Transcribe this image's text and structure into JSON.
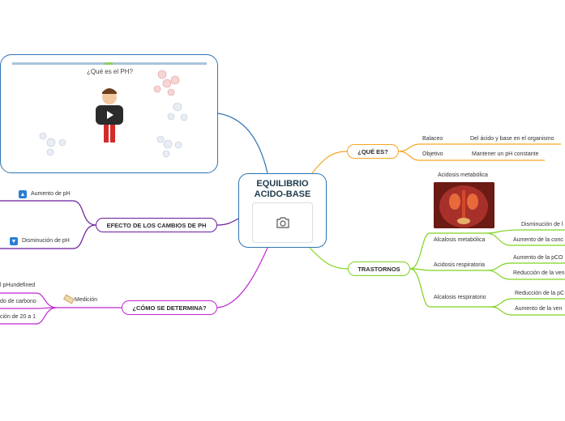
{
  "center": {
    "title_line1": "EQUILIBRIO",
    "title_line2": "ACIDO-BASE",
    "image_icon": "camera-icon"
  },
  "video": {
    "title": "¿Qué es el PH?",
    "play_icon": "play-icon"
  },
  "branches": {
    "que_es": {
      "label": "¿QUÉ ES?",
      "color": "#f5a623",
      "items": [
        {
          "label": "Balaceo",
          "detail": "Del ácido y base en el organismo"
        },
        {
          "label": "Objetivo",
          "detail": "Mantener un pH constante"
        }
      ]
    },
    "trastornos": {
      "label": "TRASTORNOS",
      "color": "#7ed321",
      "image_caption": "Acidosis metabólica",
      "items": [
        {
          "label": "Alcalosis metabólica",
          "details": [
            "Disminución de l",
            "Aumento de la conc"
          ]
        },
        {
          "label": "Acidosis respiratoria",
          "details": [
            "Aumento de la pCO",
            "Reducción de la ven"
          ]
        },
        {
          "label": "Alcalosis respiratorio",
          "details": [
            "Reducción de la pC",
            "Aumento de la ven"
          ]
        }
      ]
    },
    "efecto": {
      "label": "EFECTO DE LOS CAMBIOS DE PH",
      "color": "#6a1b9a",
      "items": [
        {
          "label": "Aumento de pH",
          "icon": "arrow-up-icon"
        },
        {
          "label": "Disminución de pH",
          "icon": "arrow-down-icon"
        }
      ]
    },
    "como": {
      "label": "¿CÓMO SE DETERMINA?",
      "color": "#c026d3",
      "subtopic": "Medición",
      "subtopic_icon": "ruler-icon",
      "items": [
        "l pHundefined",
        "do de carbono",
        "ción de 20 a 1"
      ]
    }
  }
}
